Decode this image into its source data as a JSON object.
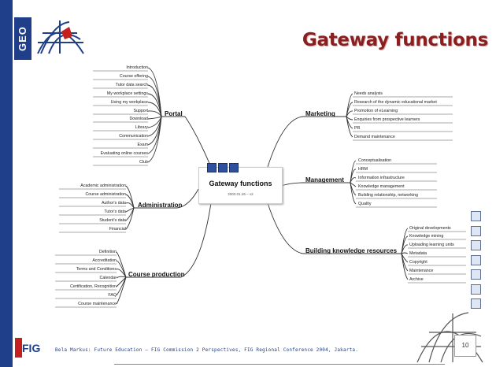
{
  "slide": {
    "title": "Gateway functions",
    "logo_text": "GEO",
    "footer": "Bela Markus: Future Education – FIG Commission 2 Perspectives, FIG Regional Conference 2004, Jakarta.",
    "fig_logo_text": "FIG",
    "page_number": "10"
  },
  "mindmap": {
    "center": {
      "title": "Gateway functions",
      "subtitle": "2003.01.26 – v2"
    },
    "branches": {
      "portal": {
        "label": "Portal",
        "items": [
          "Introduction",
          "Course offering",
          "Tutor data search",
          "My workplace settings",
          "Using my workplace",
          "Support",
          "Download",
          "Library",
          "Communication",
          "Exam",
          "Evaluating online courses",
          "Club"
        ]
      },
      "administration": {
        "label": "Administration",
        "items": [
          "Academic administration",
          "Course administration",
          "Author's data",
          "Tutor's data",
          "Student's data",
          "Financial"
        ]
      },
      "course_production": {
        "label": "Course production",
        "items": [
          "Definition",
          "Accreditation",
          "Terms and Conditions",
          "Calendar",
          "Certification, Recognition",
          "FAQ",
          "Course maintenance"
        ]
      },
      "marketing": {
        "label": "Marketing",
        "items": [
          "Needs analysis",
          "Research of the dynamic educational market",
          "Promotion of eLearning",
          "Enquiries from prospective learners",
          "PR",
          "Demand maintenance"
        ]
      },
      "management": {
        "label": "Management",
        "items": [
          "Conceptualisation",
          "HRM",
          "Information infrastructure",
          "Knowledge management",
          "Building relationship, networking",
          "Quality"
        ]
      },
      "building": {
        "label": "Building knowledge resources",
        "items": [
          "Original developments",
          "Knowledge mining",
          "Uploading learning units",
          "Metadata",
          "Copyright",
          "Maintenance",
          "Archive"
        ]
      }
    }
  },
  "icons": {
    "side": [
      "doc-icon",
      "doc-icon",
      "doc-icon",
      "doc-icon",
      "doc-icon",
      "doc-icon",
      "doc-icon"
    ]
  },
  "colors": {
    "accent": "#1f3f8a",
    "title": "#8b1f1f",
    "fig_red": "#c52020"
  }
}
